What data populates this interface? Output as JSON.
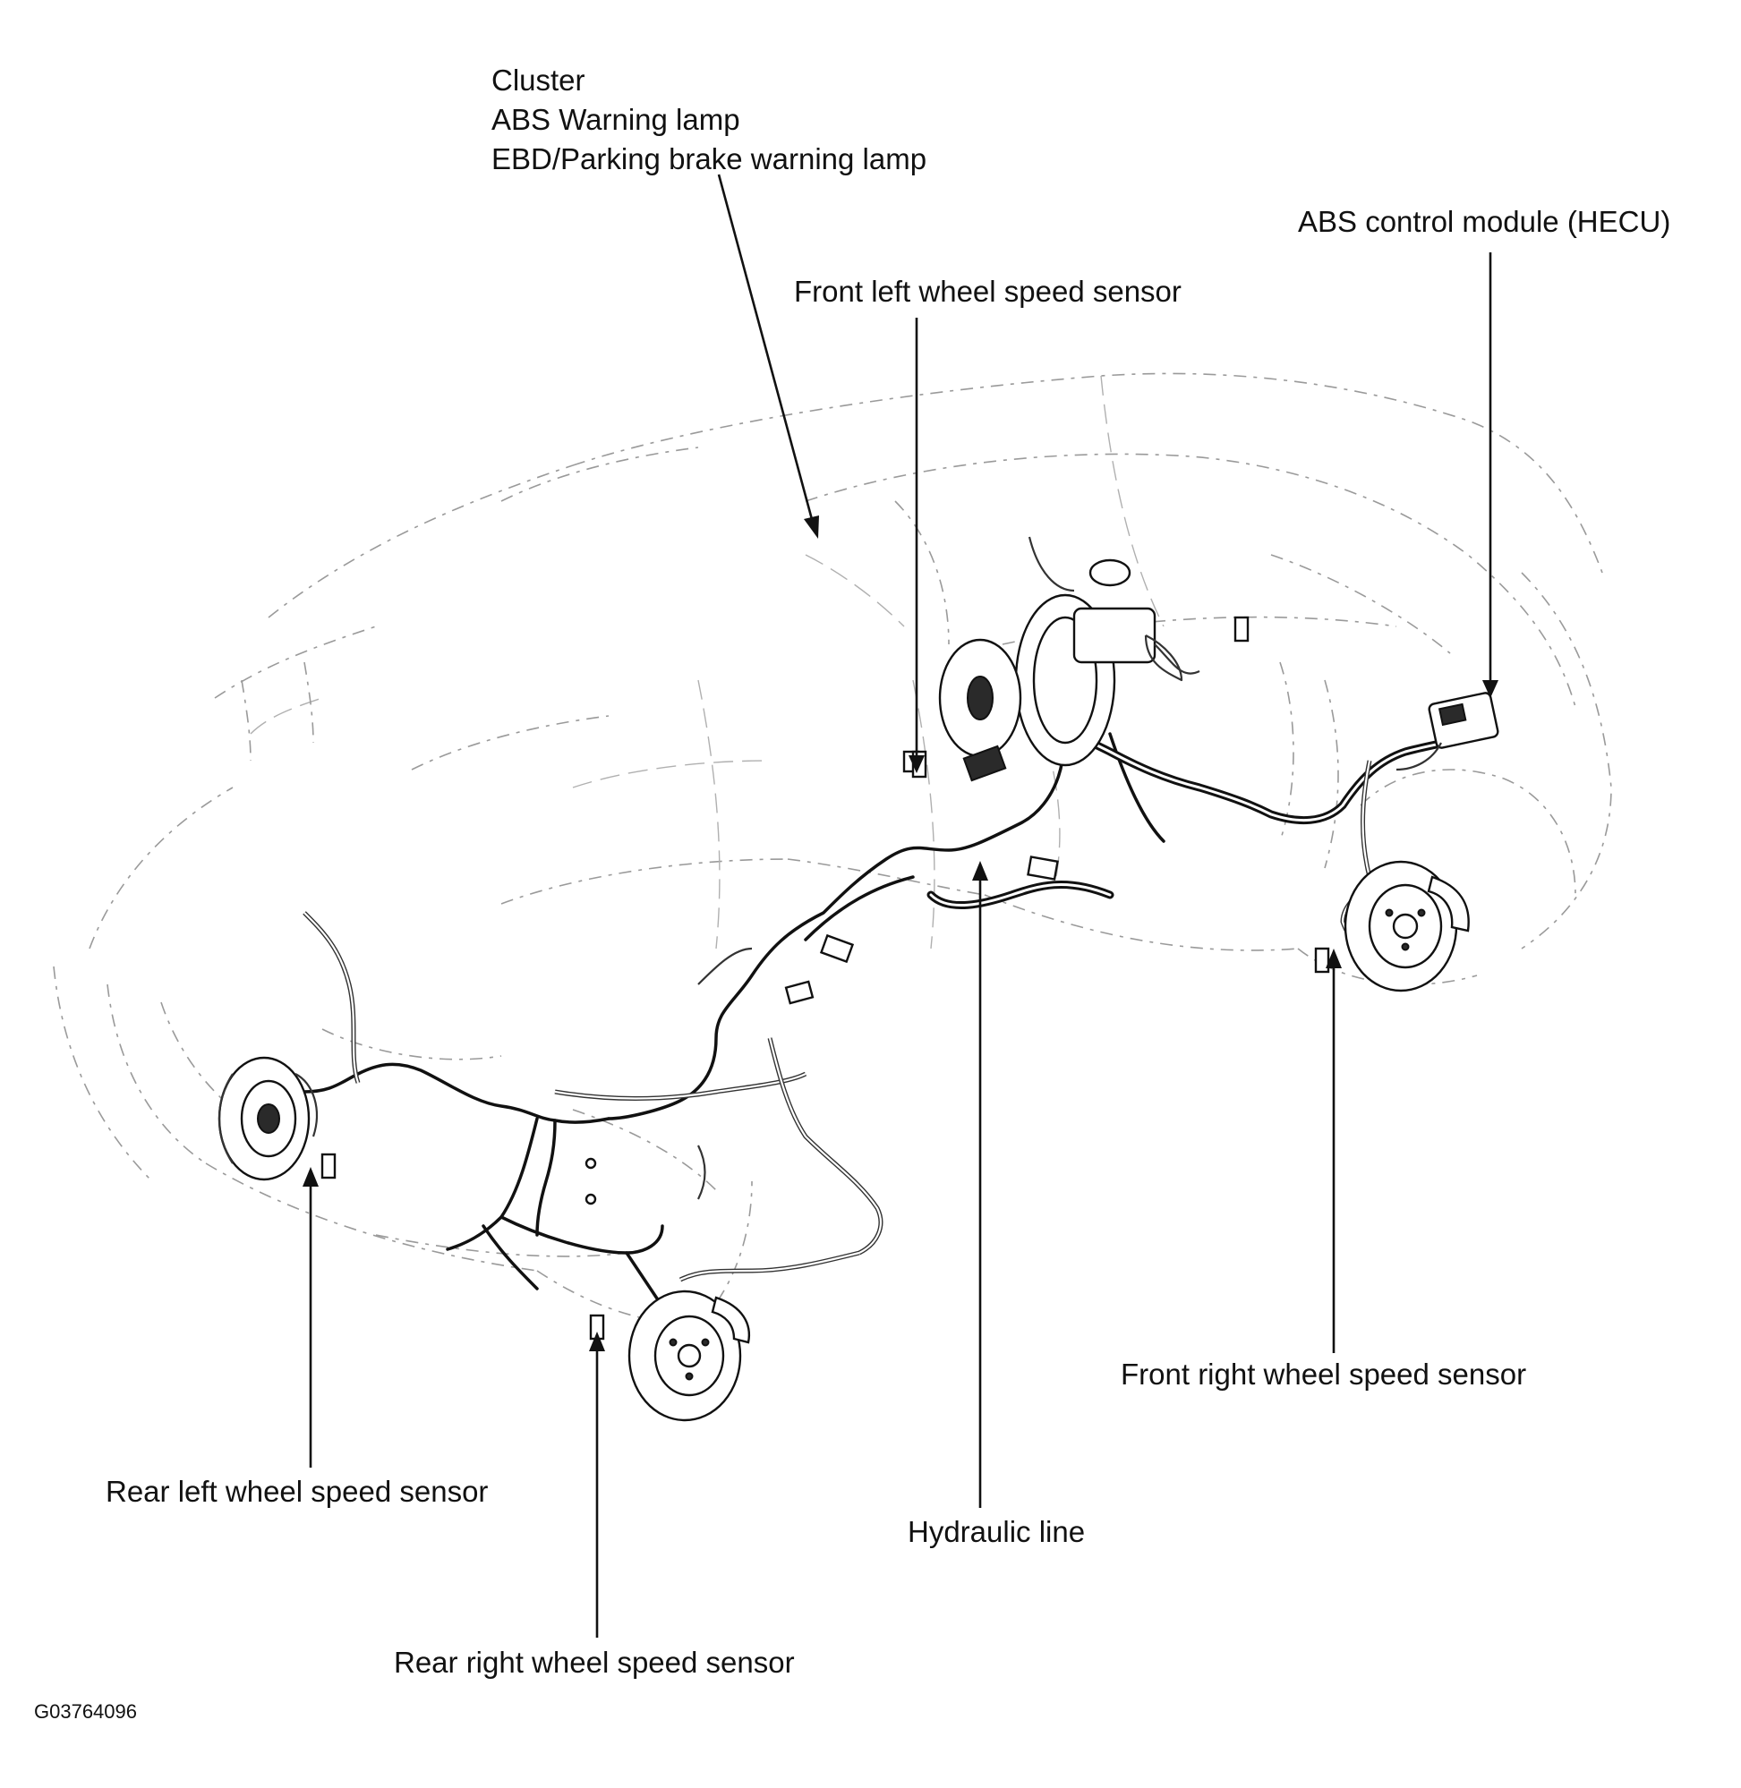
{
  "labels": {
    "cluster": "Cluster",
    "abs_warning_lamp": "ABS Warning lamp",
    "ebd_parking_lamp": "EBD/Parking brake warning lamp",
    "abs_control_module": "ABS control module (HECU)",
    "front_left_sensor": "Front left wheel speed sensor",
    "front_right_sensor": "Front right wheel speed sensor",
    "rear_left_sensor": "Rear left wheel speed sensor",
    "rear_right_sensor": "Rear right wheel speed sensor",
    "hydraulic_line": "Hydraulic line"
  },
  "figure_code": "G03764096"
}
